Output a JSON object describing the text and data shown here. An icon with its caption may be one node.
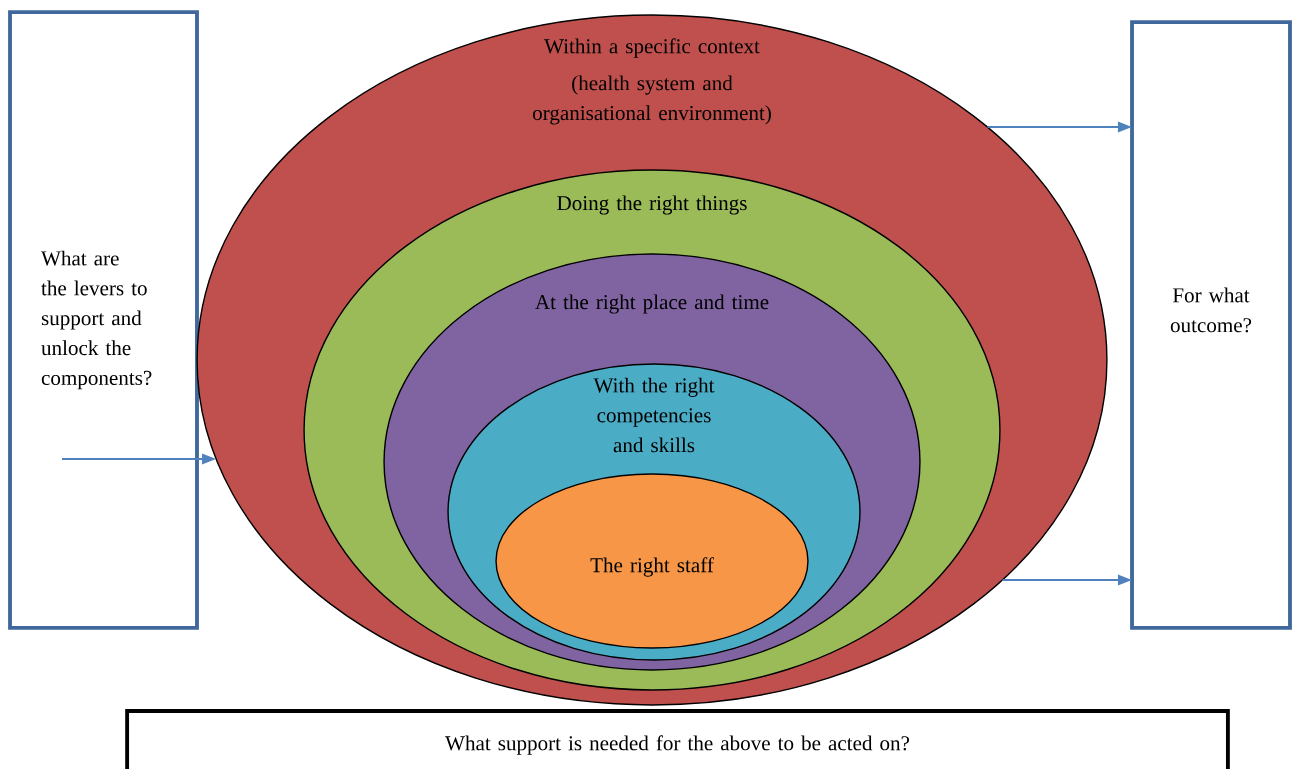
{
  "diagram": {
    "nodes": [
      {
        "text": [
          "What are the levers to support and unlock the components?"
        ]
      },
      {
        "text": [
          "Within a specific context",
          "(health system and organisational environment)"
        ]
      },
      {
        "text": [
          "Doing the right things"
        ],
        "in": 1
      },
      {
        "text": [
          "At the right place and time"
        ],
        "in": 2
      },
      {
        "text": [
          "With the right competencies and skills"
        ],
        "in": 3
      },
      {
        "text": [
          "The right staff"
        ],
        "in": 4
      },
      {
        "text": [
          "For what outcome?"
        ]
      },
      {
        "text": [
          "What support is needed for the above to be acted on?"
        ]
      }
    ],
    "edges": [
      {
        "from": 0,
        "to": 1,
        "arrow": "to"
      },
      {
        "from": 1,
        "to": 6,
        "arrow": "to"
      },
      {
        "from": 1,
        "to": 6,
        "arrow": "to"
      }
    ]
  }
}
